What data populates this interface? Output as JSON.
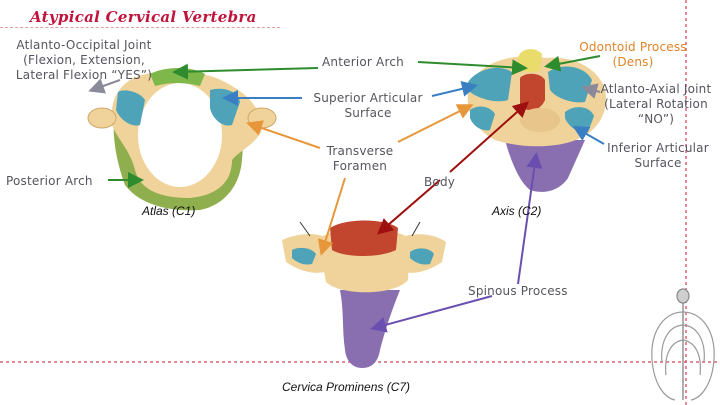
{
  "title": "Atypical Cervical Vertebra",
  "labels": {
    "atlanto_occipital": [
      "Atlanto-Occipital Joint",
      "(Flexion, Extension,",
      "Lateral Flexion “YES”)"
    ],
    "anterior_arch": "Anterior Arch",
    "odontoid": [
      "Odontoid Process",
      "(Dens)"
    ],
    "superior_articular": [
      "Superior Articular",
      "Surface"
    ],
    "atlanto_axial": [
      "Atlanto-Axial Joint",
      "(Lateral Rotation",
      "“NO”)"
    ],
    "inferior_articular": [
      "Inferior Articular",
      "Surface"
    ],
    "transverse_foramen": [
      "Transverse",
      "Foramen"
    ],
    "body": "Body",
    "posterior_arch": "Posterior Arch",
    "spinous_process": "Spinous Process"
  },
  "views": {
    "atlas": "Atlas (C1)",
    "axis": "Axis (C2)",
    "c7": "Cervica Prominens (C7)"
  },
  "colors": {
    "title": "#c0143c",
    "arrow_green": "#2e8b2e",
    "arrow_blue": "#3a7fc4",
    "arrow_orange": "#e8963a",
    "arrow_darkred": "#9e1010",
    "arrow_purple": "#6a4fb0",
    "bone": "#f0d39a",
    "articular_blue": "#4fa3b8",
    "posterior_green": "#8fae4e",
    "spinous_purple": "#8a6fb0",
    "guide_red": "#e06070"
  }
}
